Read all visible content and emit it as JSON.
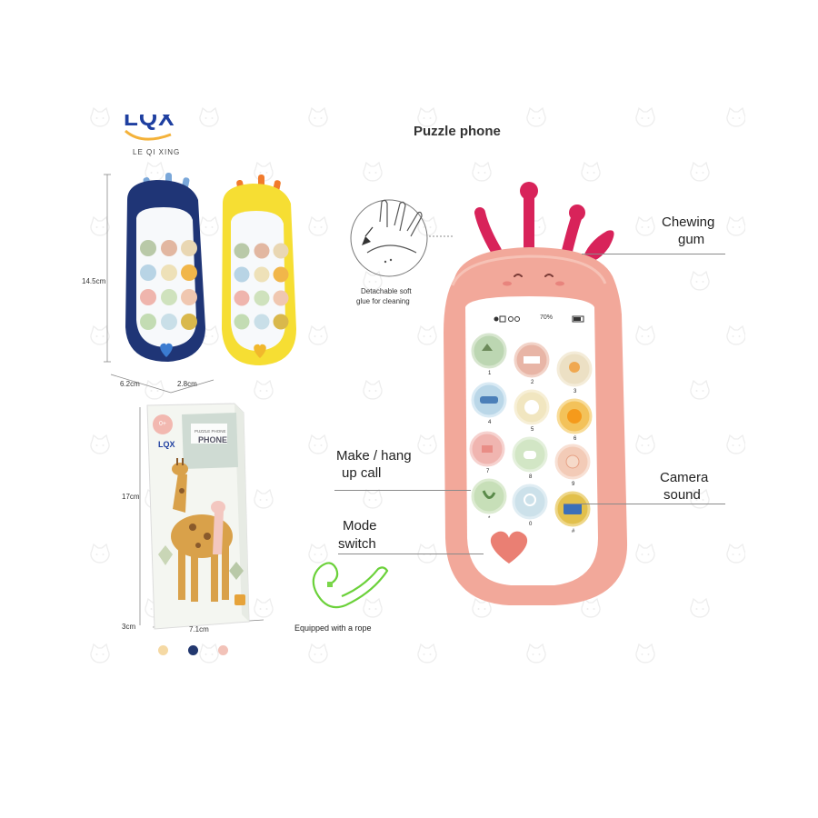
{
  "header": {
    "title": "Puzzle phone",
    "brand_logo": "LQX",
    "brand_name": "LE QI XING"
  },
  "callouts": {
    "chewing": [
      "Chewing",
      "gum"
    ],
    "detachable": [
      "Detachable soft",
      "glue for cleaning"
    ],
    "make_call": [
      "Make / hang",
      "up call"
    ],
    "camera": [
      "Camera",
      "sound"
    ],
    "mode": [
      "Mode",
      "switch"
    ],
    "rope": "Equipped with a rope"
  },
  "dimensions": {
    "height": "14.5cm",
    "width": "6.2cm",
    "depth": "2.8cm",
    "box_height": "17cm",
    "box_width": "7.1cm",
    "box_depth": "3cm"
  },
  "screen": {
    "battery": "70%"
  },
  "keys": [
    "1",
    "2",
    "3",
    "4",
    "5",
    "6",
    "7",
    "8",
    "9",
    "*",
    "0",
    "#"
  ],
  "box": {
    "badge": "0+",
    "logo": "LQX",
    "product_line": "PUZZLE PHONE",
    "product_name": "PHONE"
  },
  "colors": {
    "swatches": [
      "#f5d9a4",
      "#23386f",
      "#f2c2b8"
    ],
    "pink_body": "#f2a89a",
    "pink_antler": "#d8235a",
    "navy_body": "#1f3576",
    "yellow_body": "#f6de33"
  }
}
